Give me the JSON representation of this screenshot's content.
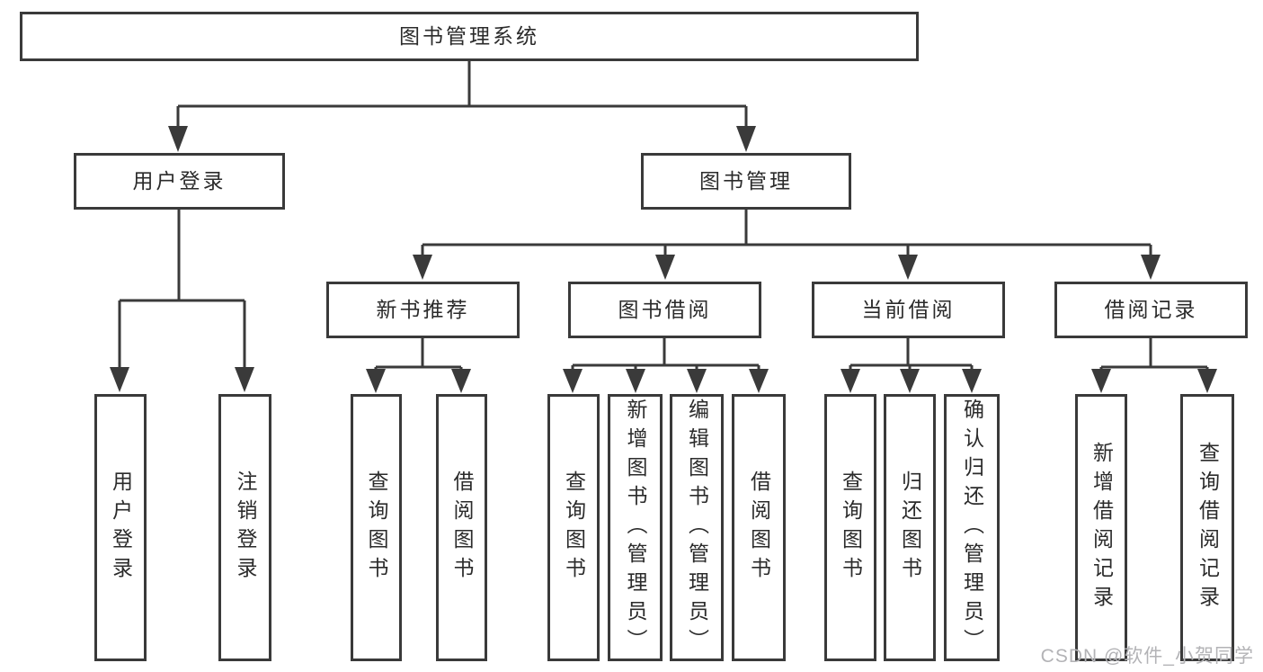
{
  "diagram": {
    "root": {
      "label": "图书管理系统"
    },
    "branches": [
      {
        "label": "用户登录",
        "children": [
          {
            "label": "用户登录"
          },
          {
            "label": "注销登录"
          }
        ]
      },
      {
        "label": "图书管理",
        "groups": [
          {
            "label": "新书推荐",
            "children": [
              {
                "label": "查询图书"
              },
              {
                "label": "借阅图书"
              }
            ]
          },
          {
            "label": "图书借阅",
            "children": [
              {
                "label": "查询图书"
              },
              {
                "label": "新增图书（管理员）"
              },
              {
                "label": "编辑图书（管理员）"
              },
              {
                "label": "借阅图书"
              }
            ]
          },
          {
            "label": "当前借阅",
            "children": [
              {
                "label": "查询图书"
              },
              {
                "label": "归还图书"
              },
              {
                "label": "确认归还（管理员）"
              }
            ]
          },
          {
            "label": "借阅记录",
            "children": [
              {
                "label": "新增借阅记录"
              },
              {
                "label": "查询借阅记录"
              }
            ]
          }
        ]
      }
    ]
  },
  "colors": {
    "line": "#3a3a3a",
    "text": "#2b2b2b",
    "watermark": "#b3b3b6"
  },
  "watermark": {
    "text": "CSDN @软件_小贺同学"
  }
}
